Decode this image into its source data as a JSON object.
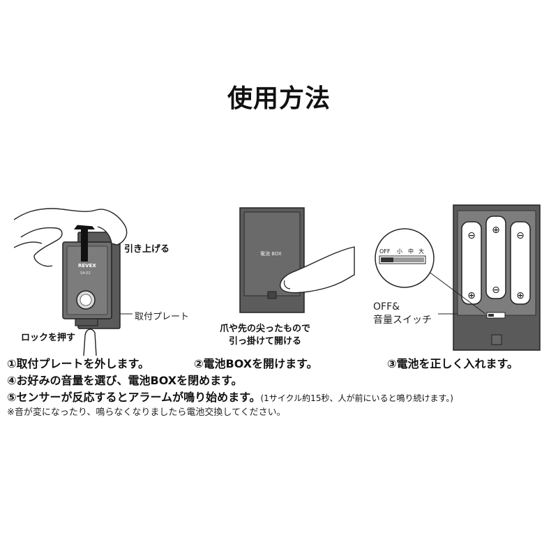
{
  "title": "使用方法",
  "figure1": {
    "brand": "REVEX",
    "model": "SA-02",
    "pull_up_label": "引き上げる",
    "plate_label": "取付プレート",
    "lock_label": "ロックを押す"
  },
  "figure2": {
    "box_label": "電池 BOX",
    "caption_line1": "爪や先の尖ったもので",
    "caption_line2": "引っ掛けて開ける"
  },
  "figure3": {
    "switch_off": "OFF",
    "switch_small": "小",
    "switch_mid": "中",
    "switch_large": "大",
    "switch_label_line1": "OFF&",
    "switch_label_line2": "音量スイッチ",
    "minus_sign": "⊖",
    "plus_sign": "⊕"
  },
  "steps": {
    "step1": "①取付プレートを外します。",
    "step2": "②電池BOXを開けます。",
    "step3": "③電池を正しく入れます。",
    "step4": "④お好みの音量を選び、電池BOXを閉めます。",
    "step5_main": "⑤センサーが反応するとアラームが鳴り始めます。",
    "step5_note": "(1サイクル約15秒、人が前にいると鳴り続けます。)",
    "note": "※音が変になったり、鳴らなくなりましたら電池交換してください。"
  }
}
